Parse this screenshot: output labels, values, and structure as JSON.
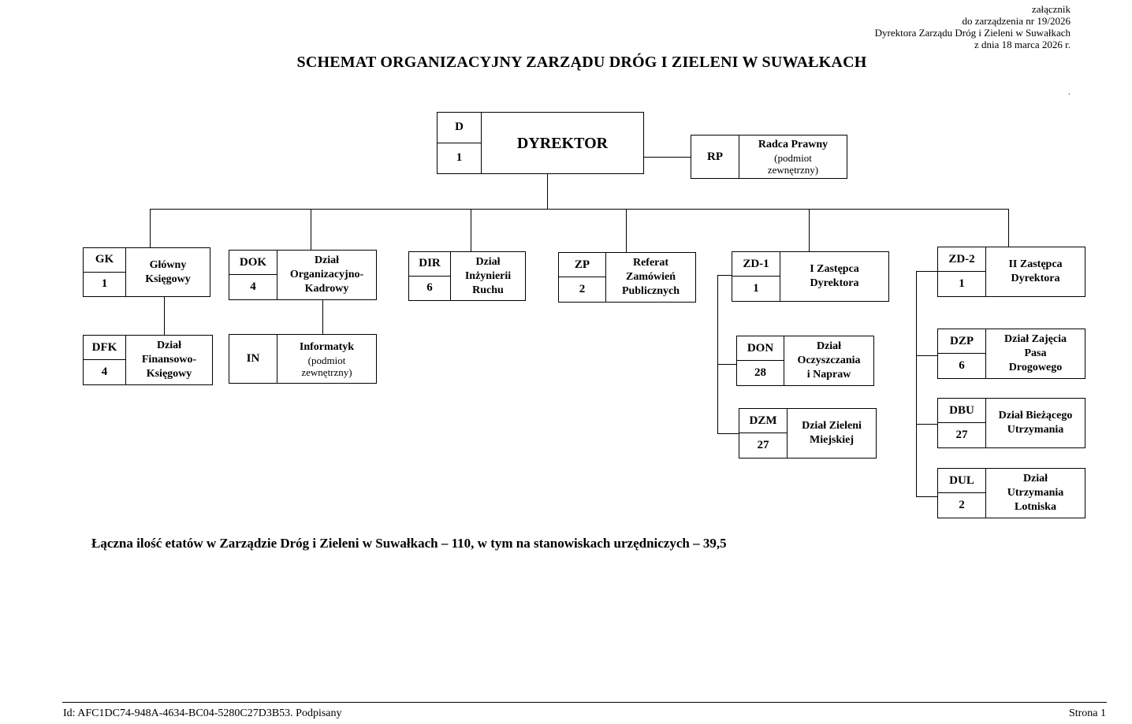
{
  "header": {
    "lines": [
      "załącznik",
      "do zarządzenia nr 19/2026",
      "Dyrektora Zarządu Dróg i Zieleni w Suwałkach",
      "z dnia 18 marca 2026 r."
    ]
  },
  "title": "SCHEMAT ORGANIZACYJNY ZARZĄDU DRÓG I ZIELENI W SUWAŁKACH",
  "mark": ".",
  "units": {
    "director": {
      "code": "D",
      "num": "1",
      "name": "DYREKTOR"
    },
    "legal": {
      "code": "RP",
      "name": "Radca Prawny",
      "sub1": "(podmiot",
      "sub2": "zewnętrzny)"
    },
    "gk": {
      "code": "GK",
      "num": "1",
      "l1": "Główny",
      "l2": "Księgowy"
    },
    "dfk": {
      "code": "DFK",
      "num": "4",
      "l1": "Dział",
      "l2": "Finansowo-",
      "l3": "Księgowy"
    },
    "dok": {
      "code": "DOK",
      "num": "4",
      "l1": "Dział",
      "l2": "Organizacyjno-",
      "l3": "Kadrowy"
    },
    "in": {
      "code": "IN",
      "name": "Informatyk",
      "sub1": "(podmiot",
      "sub2": "zewnętrzny)"
    },
    "dir": {
      "code": "DIR",
      "num": "6",
      "l1": "Dział",
      "l2": "Inżynierii",
      "l3": "Ruchu"
    },
    "zp": {
      "code": "ZP",
      "num": "2",
      "l1": "Referat",
      "l2": "Zamówień",
      "l3": "Publicznych"
    },
    "zd1": {
      "code": "ZD-1",
      "num": "1",
      "l1": "I Zastępca",
      "l2": "Dyrektora"
    },
    "don": {
      "code": "DON",
      "num": "28",
      "l1": "Dział",
      "l2": "Oczyszczania",
      "l3": "i Napraw"
    },
    "dzm": {
      "code": "DZM",
      "num": "27",
      "l1": "Dział Zieleni",
      "l2": "Miejskiej"
    },
    "zd2": {
      "code": "ZD-2",
      "num": "1",
      "l1": "II Zastępca",
      "l2": "Dyrektora"
    },
    "dzp": {
      "code": "DZP",
      "num": "6",
      "l1": "Dział Zajęcia",
      "l2": "Pasa",
      "l3": "Drogowego"
    },
    "dbu": {
      "code": "DBU",
      "num": "27",
      "l1": "Dział Bieżącego",
      "l2": "Utrzymania"
    },
    "dul": {
      "code": "DUL",
      "num": "2",
      "l1": "Dział",
      "l2": "Utrzymania",
      "l3": "Lotniska"
    }
  },
  "summary": "Łączna ilość etatów w Zarządzie Dróg i Zieleni w Suwałkach – 110, w tym na stanowiskach urzędniczych – 39,5",
  "footer": {
    "id": "Id: AFC1DC74-948A-4634-BC04-5280C27D3B53. Podpisany",
    "page": "Strona 1"
  }
}
